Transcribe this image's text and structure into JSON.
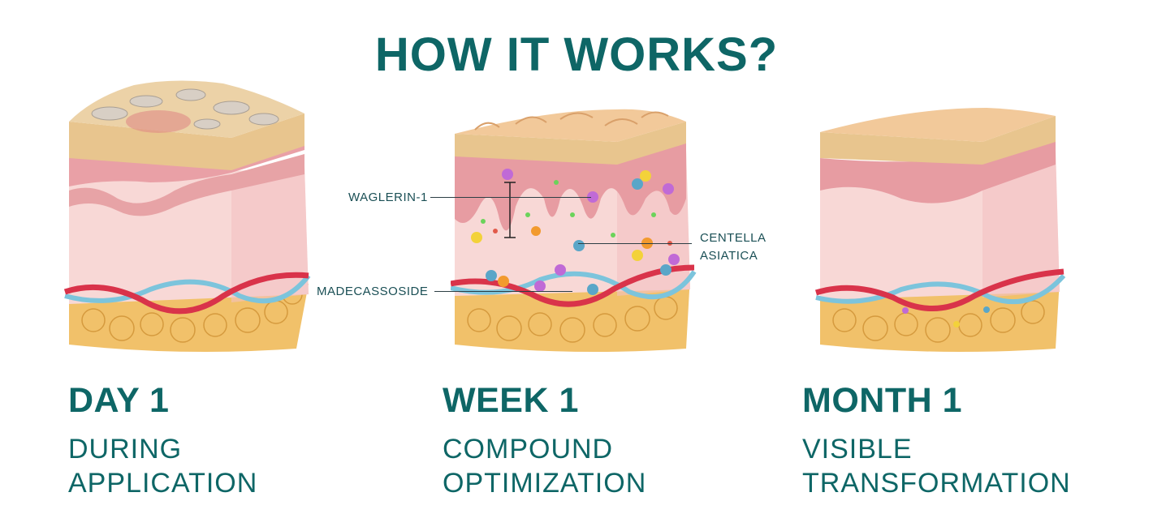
{
  "title": "HOW IT WORKS?",
  "stages": [
    {
      "heading": "DAY 1",
      "line1": "DURING",
      "line2": "APPLICATION"
    },
    {
      "heading": "WEEK 1",
      "line1": "COMPOUND",
      "line2": "OPTIMIZATION"
    },
    {
      "heading": "MONTH 1",
      "line1": "VISIBLE",
      "line2": "TRANSFORMATION"
    }
  ],
  "callouts": {
    "waglerin": "WAGLERIN-1",
    "centella_line1": "CENTELLA",
    "centella_line2": "ASIATICA",
    "madecassoside": "MADECASSOSIDE"
  },
  "colors": {
    "accent": "#0e6666",
    "surface": "#f2c99a",
    "epidermis": "#e7a3a6",
    "dermis": "#f8d8d6",
    "fat": "#f1c16a",
    "artery": "#d9334a",
    "vein": "#7cc4dc"
  }
}
